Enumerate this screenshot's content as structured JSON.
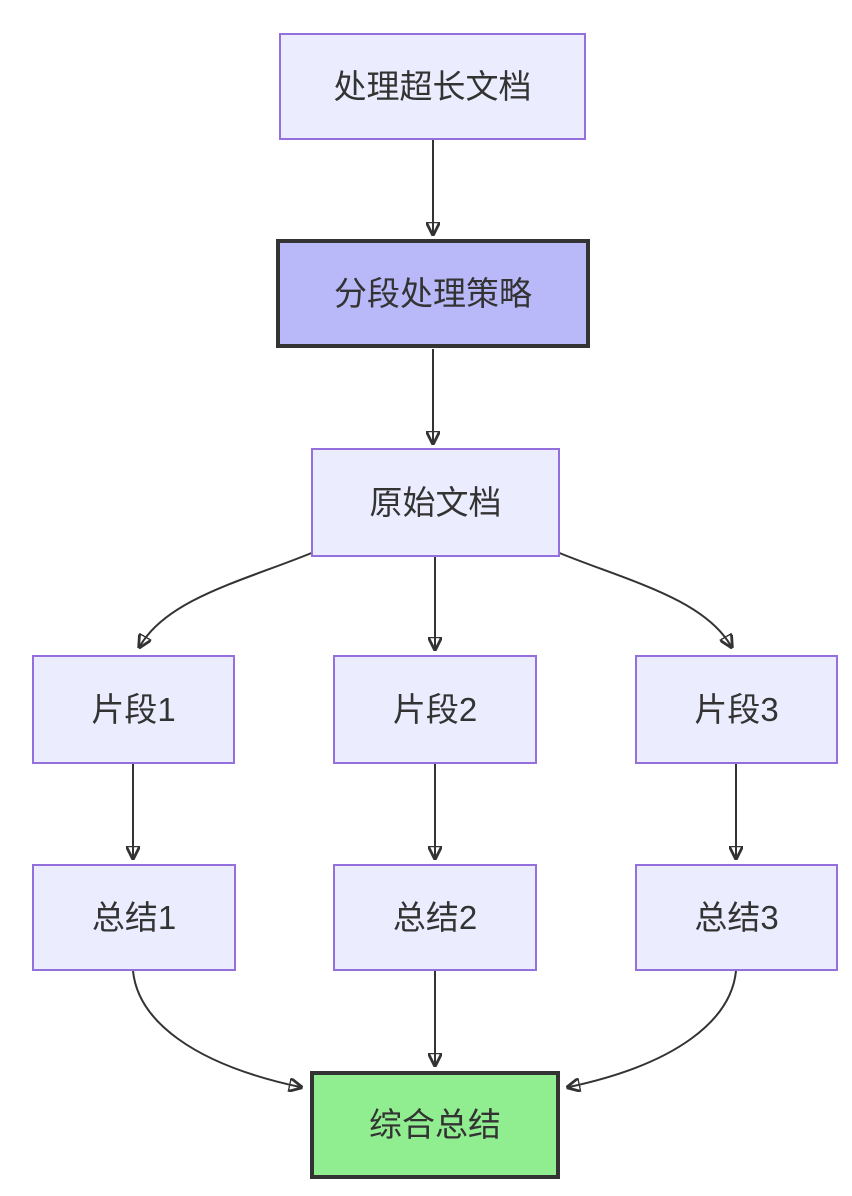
{
  "diagram": {
    "type": "flowchart",
    "direction": "top-down",
    "nodes": [
      {
        "id": "A",
        "label": "处理超长文档",
        "style": "default"
      },
      {
        "id": "B",
        "label": "分段处理策略",
        "style": "emphasis-purple"
      },
      {
        "id": "C",
        "label": "原始文档",
        "style": "default"
      },
      {
        "id": "S1",
        "label": "片段1",
        "style": "default"
      },
      {
        "id": "S2",
        "label": "片段2",
        "style": "default"
      },
      {
        "id": "S3",
        "label": "片段3",
        "style": "default"
      },
      {
        "id": "Z1",
        "label": "总结1",
        "style": "default"
      },
      {
        "id": "Z2",
        "label": "总结2",
        "style": "default"
      },
      {
        "id": "Z3",
        "label": "总结3",
        "style": "default"
      },
      {
        "id": "F",
        "label": "综合总结",
        "style": "emphasis-green"
      }
    ],
    "edges": [
      {
        "from": "A",
        "to": "B"
      },
      {
        "from": "B",
        "to": "C"
      },
      {
        "from": "C",
        "to": "S1"
      },
      {
        "from": "C",
        "to": "S2"
      },
      {
        "from": "C",
        "to": "S3"
      },
      {
        "from": "S1",
        "to": "Z1"
      },
      {
        "from": "S2",
        "to": "Z2"
      },
      {
        "from": "S3",
        "to": "Z3"
      },
      {
        "from": "Z1",
        "to": "F"
      },
      {
        "from": "Z2",
        "to": "F"
      },
      {
        "from": "Z3",
        "to": "F"
      }
    ],
    "colors": {
      "node_fill": "#ECECFF",
      "node_border": "#9370DB",
      "emphasis_purple_fill": "#B9B9F9",
      "emphasis_border": "#333333",
      "emphasis_green_fill": "#90EE90",
      "edge_stroke": "#333333",
      "text": "#333333",
      "background": "#FFFFFF"
    }
  }
}
